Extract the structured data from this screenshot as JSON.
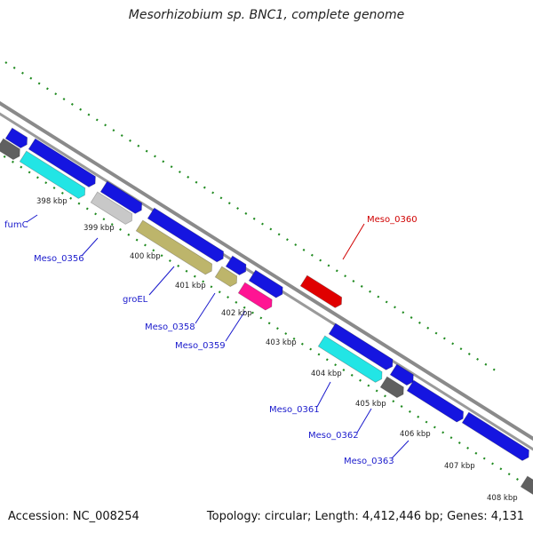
{
  "title": "Mesorhizobium sp. BNC1, complete genome",
  "footer": {
    "accession": "Accession: NC_008254",
    "summary": "Topology: circular; Length: 4,412,446 bp; Genes: 4,131"
  },
  "colors": {
    "backbone": "#8a8a8a",
    "tick_dots": "#1f8a1f",
    "label_link": "#1a1acc",
    "highlight": "#e00000"
  },
  "kbp_ticks": [
    "398 kbp",
    "399 kbp",
    "400 kbp",
    "401 kbp",
    "402 kbp",
    "403 kbp",
    "404 kbp",
    "405 kbp",
    "406 kbp",
    "407 kbp",
    "408 kbp"
  ],
  "gene_labels": [
    {
      "text": "fumC",
      "color": "#1a1acc"
    },
    {
      "text": "Meso_0356",
      "color": "#1a1acc"
    },
    {
      "text": "groEL",
      "color": "#1a1acc"
    },
    {
      "text": "Meso_0358",
      "color": "#1a1acc"
    },
    {
      "text": "Meso_0359",
      "color": "#1a1acc"
    },
    {
      "text": "Meso_0360",
      "color": "#d00000"
    },
    {
      "text": "Meso_0361",
      "color": "#1a1acc"
    },
    {
      "text": "Meso_0362",
      "color": "#1a1acc"
    },
    {
      "text": "Meso_0363",
      "color": "#1a1acc"
    }
  ],
  "feature_colors": [
    "#1515e0",
    "#606060",
    "#22e5e5",
    "#c8c8c8",
    "#bdb56b",
    "#ff1493",
    "#e00000"
  ]
}
